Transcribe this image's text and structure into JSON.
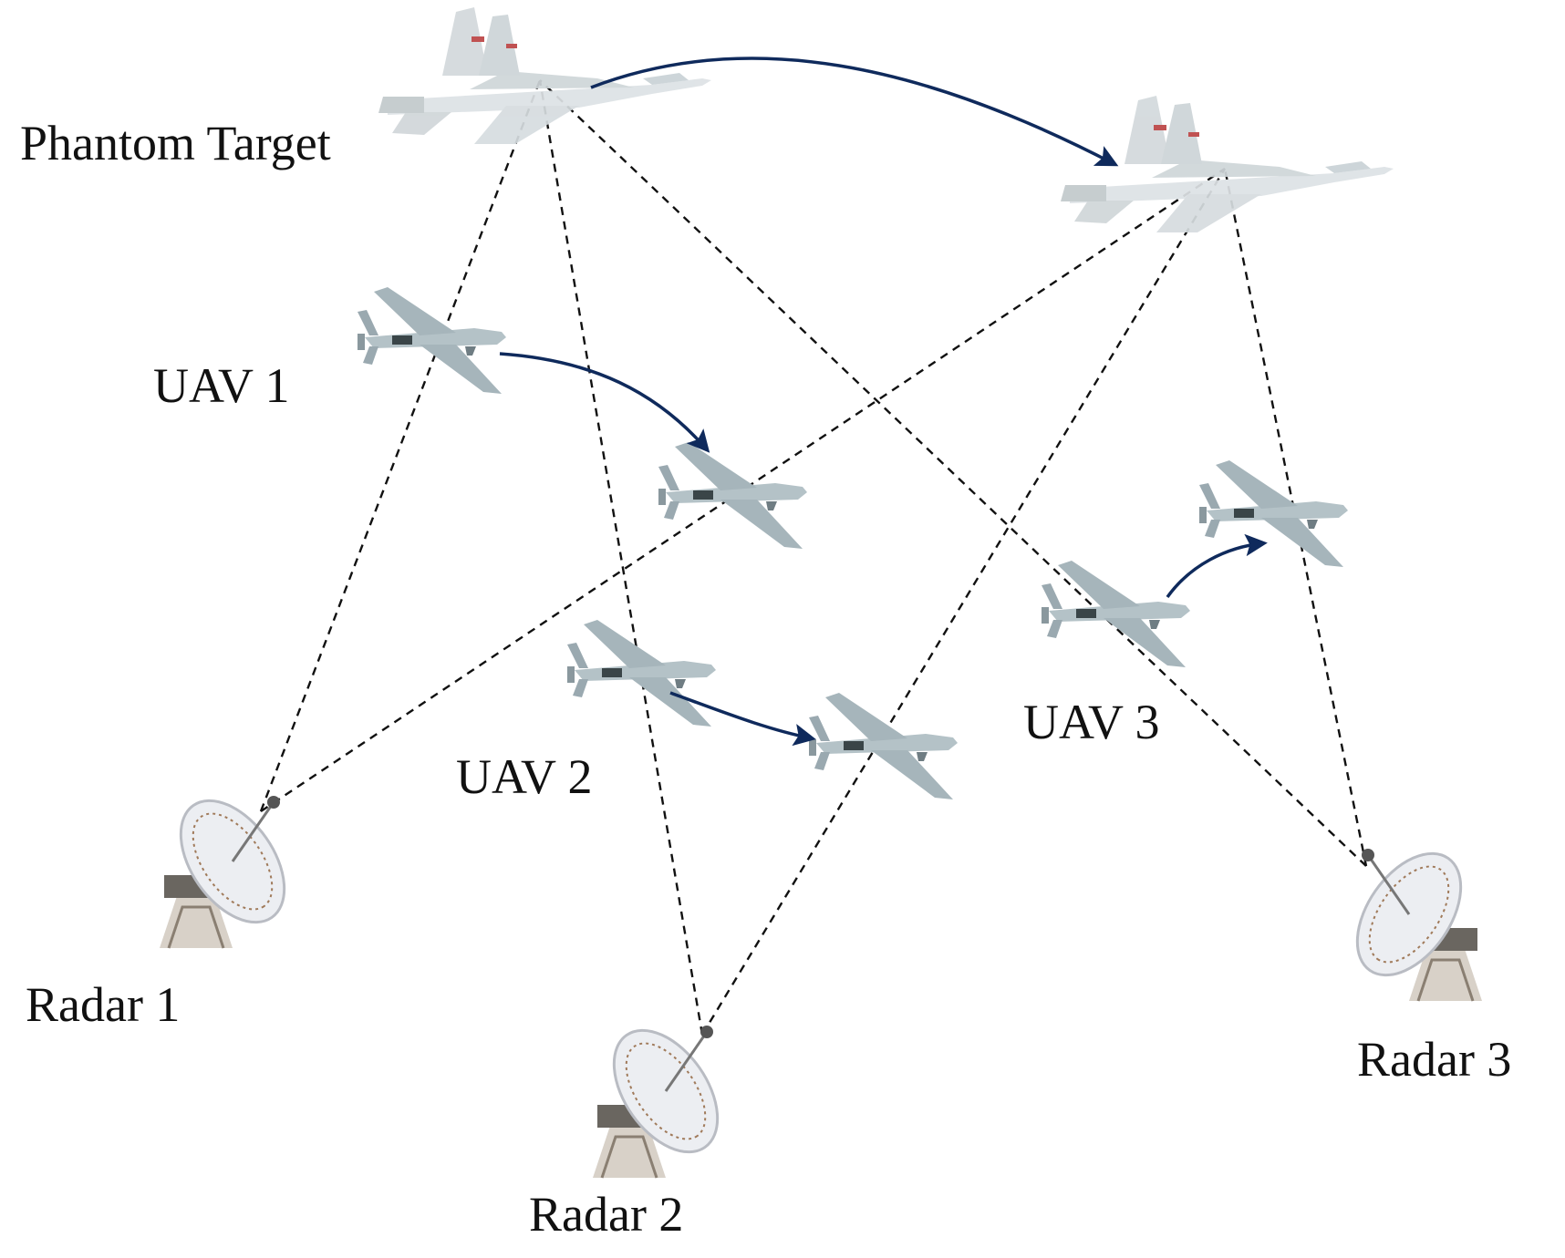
{
  "labels": {
    "phantom_target": "Phantom Target",
    "uav1": "UAV 1",
    "uav2": "UAV 2",
    "uav3": "UAV 3",
    "radar1": "Radar 1",
    "radar2": "Radar 2",
    "radar3": "Radar 3"
  },
  "colors": {
    "trajectory_arrow": "#0f2a5c",
    "line_of_sight": "#111111",
    "jet_body": "#d9dfe2",
    "uav_body": "#a9b8be",
    "radar_dish": "#e8eaee"
  },
  "icons": {
    "phantom_target": "fighter-jet-icon",
    "uav": "drone-icon",
    "radar": "radar-dish-icon"
  }
}
